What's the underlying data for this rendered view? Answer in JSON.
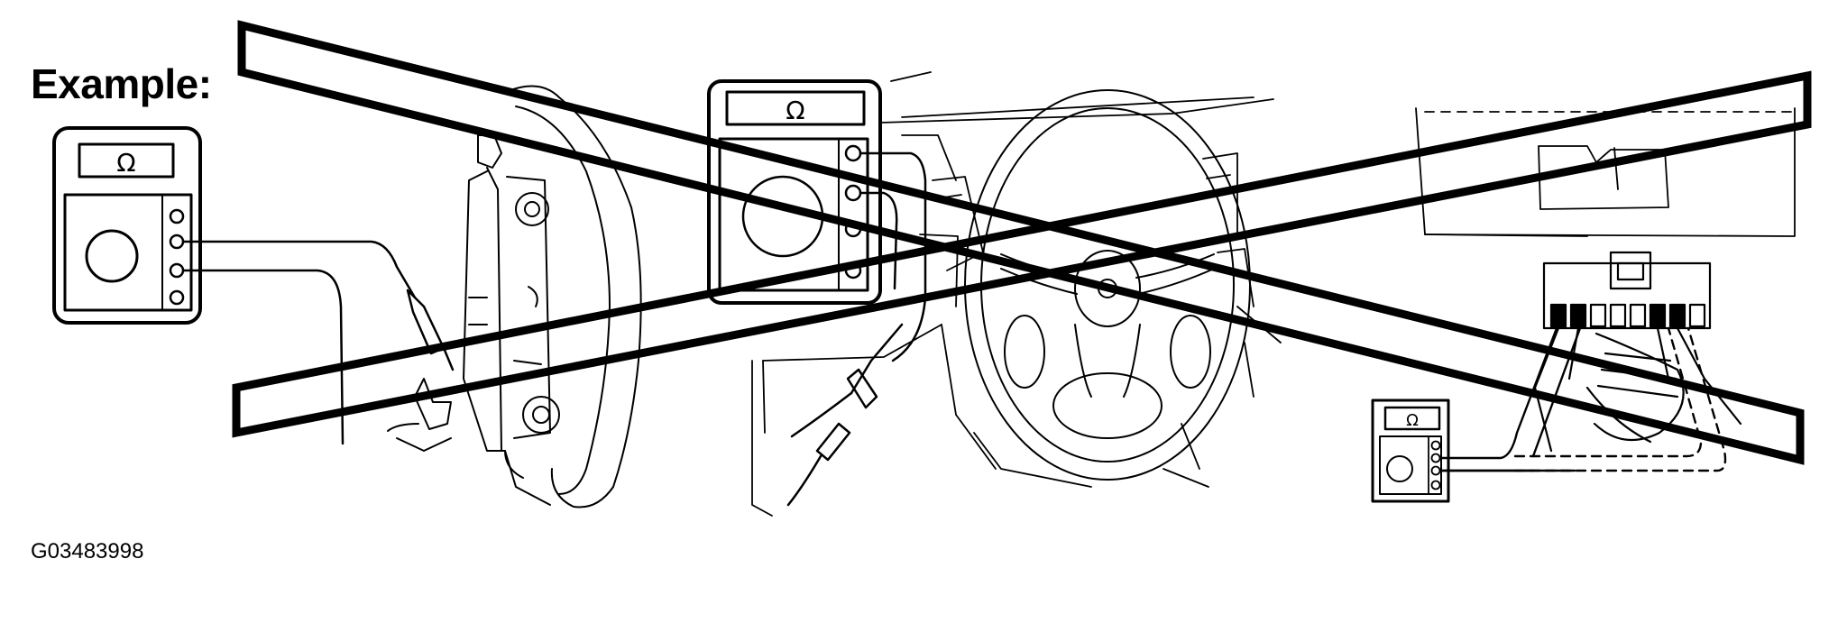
{
  "labels": {
    "example": "Example:",
    "figure_code": "G03483998"
  },
  "meter": {
    "symbol": "Ω"
  },
  "colors": {
    "ink": "#000000",
    "paper": "#ffffff"
  },
  "icons": [
    "ohmmeter-icon",
    "prohibited-cross-icon"
  ]
}
